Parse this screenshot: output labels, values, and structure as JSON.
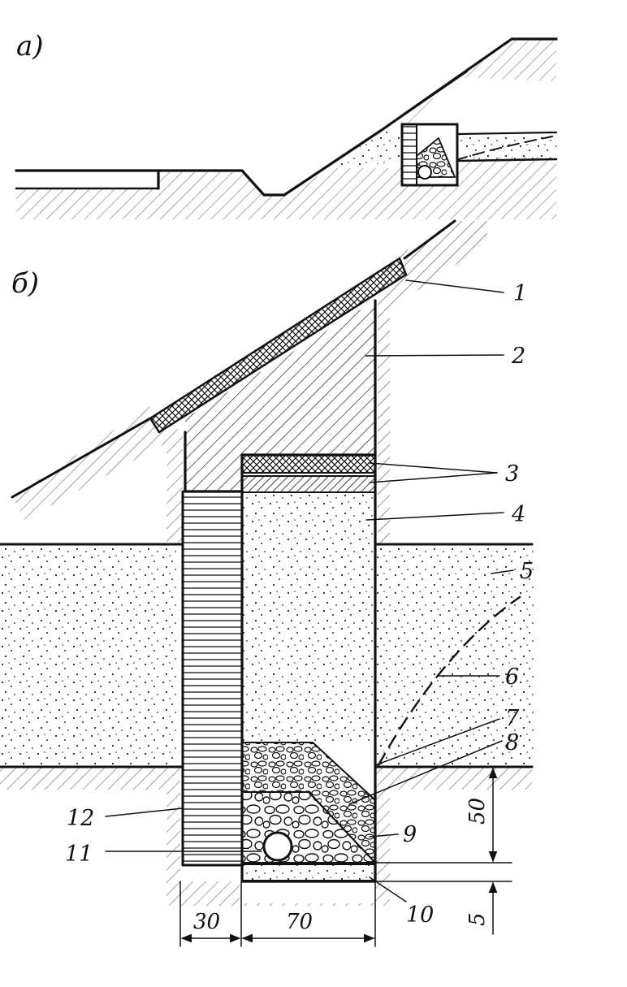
{
  "figure": {
    "part_a_label": "a)",
    "part_b_label": "б)",
    "callouts": [
      "1",
      "2",
      "3",
      "4",
      "5",
      "6",
      "7",
      "8",
      "9",
      "10",
      "11",
      "12"
    ],
    "dimensions": {
      "width_left": "30",
      "width_right": "70",
      "height_main": "50",
      "height_base": "5"
    },
    "colors": {
      "ink": "#111111",
      "paper": "#ffffff"
    }
  }
}
